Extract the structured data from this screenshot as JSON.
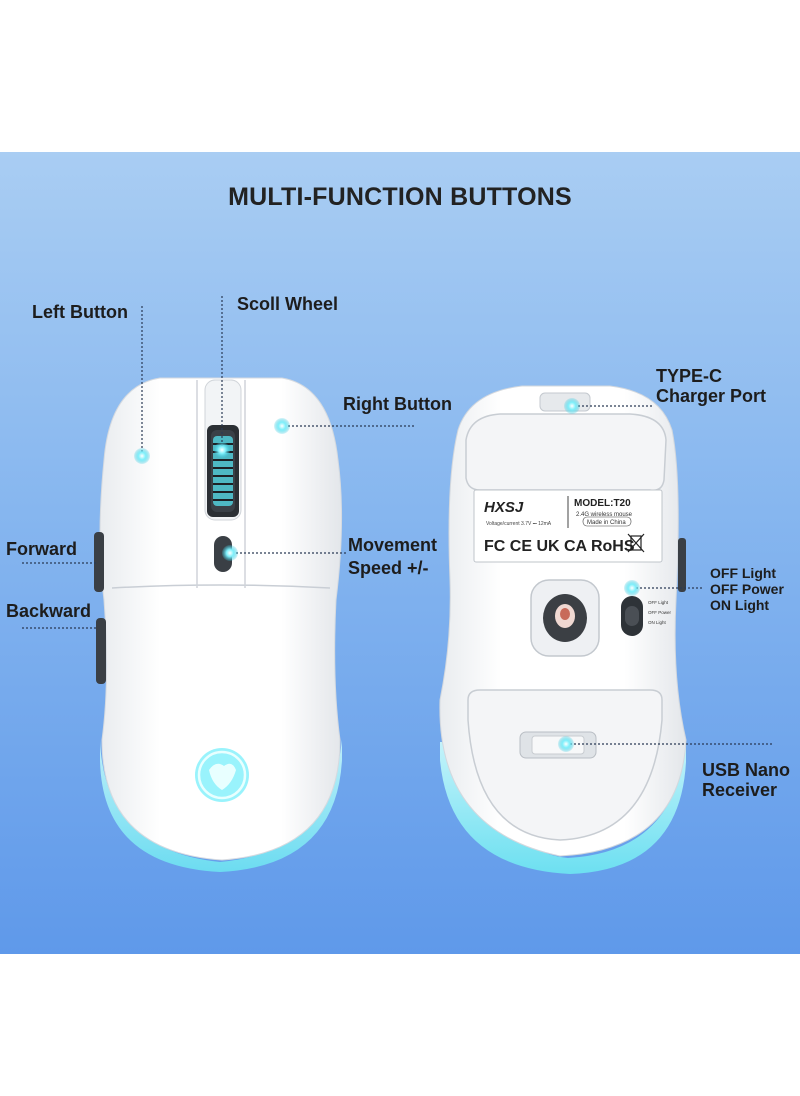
{
  "title": "MULTI-FUNCTION BUTTONS",
  "labels": {
    "left_button": "Left Button",
    "scroll_wheel": "Scoll Wheel",
    "right_button": "Right Button",
    "forward": "Forward",
    "backward": "Backward",
    "movement_line1": "Movement",
    "movement_line2": "Speed +/-",
    "typec_line1": "TYPE-C",
    "typec_line2": "Charger Port",
    "switch_off_light": "OFF Light",
    "switch_off_power": "OFF Power",
    "switch_on_light": "ON Light",
    "usb_line1": "USB Nano",
    "usb_line2": "Receiver"
  },
  "sticker": {
    "brand": "HXSJ",
    "model": "MODEL:T20",
    "subtitle": "2.4G wireless mouse",
    "voltage": "Voltage/current  3.7V ⎓ 12mA",
    "made_in": "Made in China",
    "marks": "FC CE UK CA RoHS"
  },
  "switch_small": {
    "off_light": "OFF Light",
    "off_power": "OFF Power",
    "on_light": "ON Light"
  },
  "colors": {
    "panel_top": "#a9cdf3",
    "panel_bottom": "#5f99ea",
    "glow": "#7fe9f5",
    "hotspot": "#4fd6e6"
  }
}
